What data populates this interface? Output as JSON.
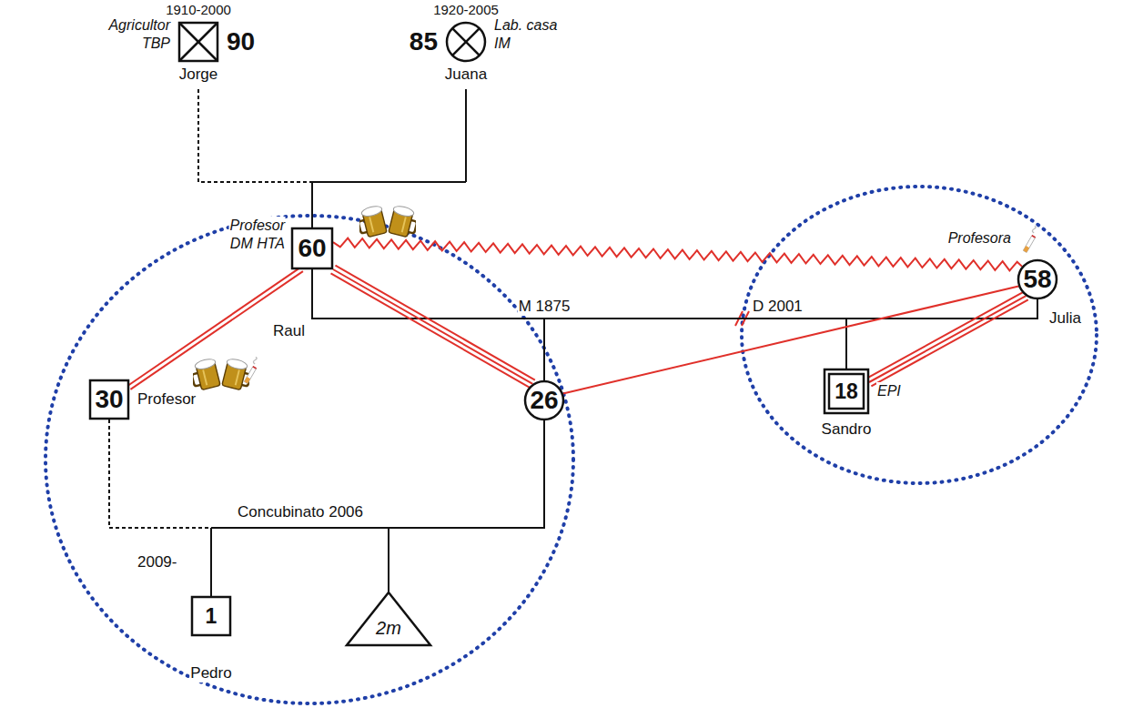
{
  "diagram": {
    "nodes": [
      {
        "text": [
          "1910-2000",
          "Agricultor TBP",
          "90",
          "Jorge"
        ]
      },
      {
        "text": [
          "1920-2005",
          "85",
          "Lab. casa IM",
          "Juana"
        ]
      },
      {
        "text": [
          "Profesor DM HTA",
          "60",
          "Raul"
        ]
      },
      {
        "text": [
          "Profesora",
          "58",
          "Julia"
        ]
      },
      {
        "text": [
          "30",
          "Profesor"
        ]
      },
      {
        "text": [
          "26"
        ]
      },
      {
        "text": [
          "18",
          "EPI",
          "Sandro"
        ]
      },
      {
        "text": [
          "1",
          "Pedro"
        ]
      },
      {
        "text": [
          "2m"
        ]
      }
    ],
    "edges": [
      {
        "from": 0,
        "to": 1,
        "arrow": "none"
      },
      {
        "from": 0,
        "to": 2,
        "arrow": "none"
      },
      {
        "from": 1,
        "to": 2,
        "arrow": "none"
      },
      {
        "from": 2,
        "to": 3,
        "label": "M 1875",
        "arrow": "none"
      },
      {
        "from": 2,
        "to": 3,
        "arrow": "none"
      },
      {
        "from": 2,
        "to": 5,
        "arrow": "none"
      },
      {
        "from": 3,
        "to": 5,
        "arrow": "none"
      },
      {
        "from": 2,
        "to": 6,
        "arrow": "none"
      },
      {
        "from": 3,
        "to": 6,
        "arrow": "none"
      },
      {
        "from": 2,
        "to": 4,
        "arrow": "none"
      },
      {
        "from": 2,
        "to": 5,
        "arrow": "none"
      },
      {
        "from": 5,
        "to": 3,
        "arrow": "none"
      },
      {
        "from": 3,
        "to": 6,
        "arrow": "none"
      },
      {
        "from": 4,
        "to": 5,
        "label": "Concubinato 2006",
        "arrow": "none"
      },
      {
        "from": 4,
        "to": 7,
        "arrow": "none"
      },
      {
        "from": 5,
        "to": 7,
        "arrow": "none"
      },
      {
        "from": 4,
        "to": 8,
        "arrow": "none"
      },
      {
        "from": 5,
        "to": 8,
        "arrow": "none"
      }
    ],
    "labels": [
      "D 2001",
      "2009-"
    ]
  }
}
